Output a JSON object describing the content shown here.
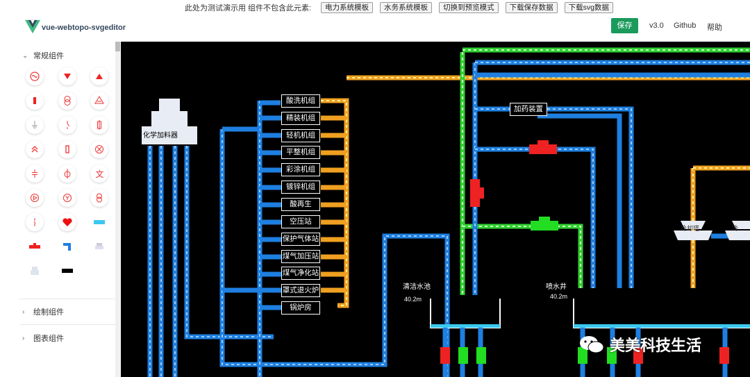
{
  "topbar": {
    "notice": "此处为测试演示用 组件不包含此元素:",
    "buttons": [
      "电力系统模板",
      "水务系统模板",
      "切换到预览模式",
      "下载保存数据",
      "下载svg数据"
    ]
  },
  "header": {
    "app_name": "vue-webtopo-svgeditor",
    "save_label": "保存",
    "version": "v3.0",
    "github": "Github",
    "help": "帮助"
  },
  "sidebar": {
    "sections": [
      "常规组件",
      "绘制组件",
      "图表组件"
    ]
  },
  "canvas": {
    "feeder_label": "化学加料器",
    "stations": [
      "酸洗机组",
      "精装机组",
      "轻机机组",
      "平整机组",
      "彩涂机组",
      "镀锌机组",
      "酸再生",
      "空压站",
      "保护气体站",
      "煤气加压站",
      "煤气净化站",
      "罩式退火炉",
      "锅炉房"
    ],
    "dosing_label": "加药装置",
    "tower1_label": "冷却塔",
    "tower2_label": "冷",
    "pool1_label": "清洁水池",
    "pool1_level": "40.2m",
    "pool2_label": "喷水井",
    "pool2_level": "40.2m"
  },
  "watermark": {
    "text": "美美科技生活"
  },
  "colors": {
    "blue": "#1e7fe0",
    "orange": "#f0a020",
    "green": "#30e030",
    "red": "#e82020",
    "save": "#1a9a5b"
  }
}
